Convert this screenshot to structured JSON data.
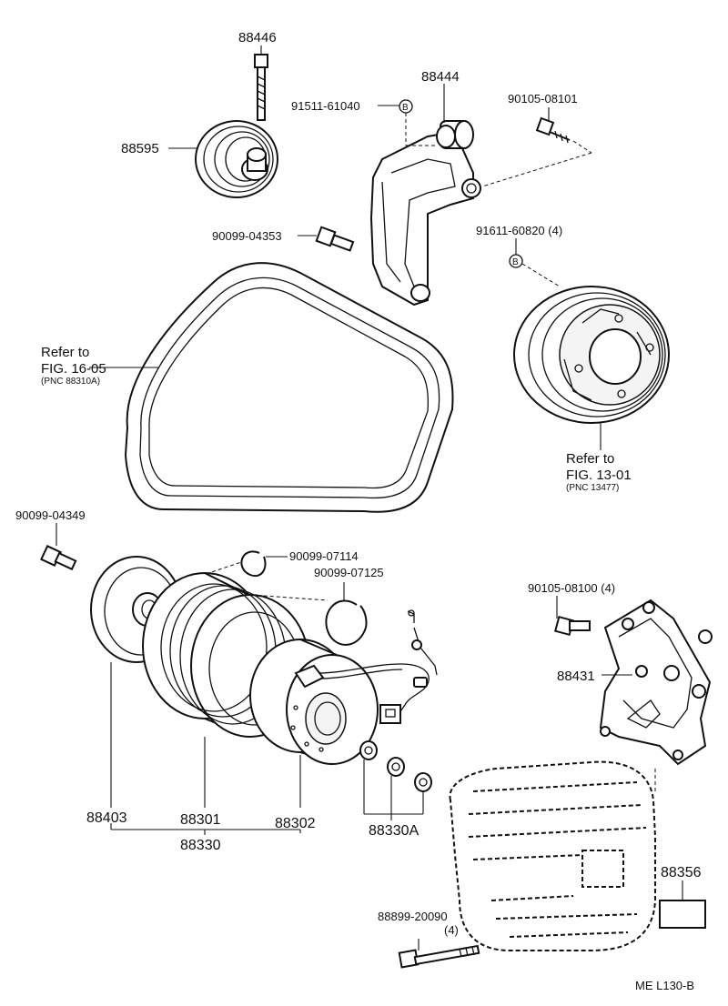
{
  "labels": {
    "p88446": "88446",
    "p88444": "88444",
    "p91511": "91511-61040",
    "p90105a": "90105-08101",
    "p88595": "88595",
    "p90099_04353": "90099-04353",
    "p91611": "91611-60820 (4)",
    "refer1_a": "Refer to",
    "refer1_b": "FIG. 16-05",
    "refer1_c": "(PNC 88310A)",
    "refer2_a": "Refer to",
    "refer2_b": "FIG. 13-01",
    "refer2_c": "(PNC 13477)",
    "p90099_04349": "90099-04349",
    "p90099_07114": "90099-07114",
    "p90099_07125": "90099-07125",
    "p90105b": "90105-08100 (4)",
    "p88431": "88431",
    "p88403": "88403",
    "p88301": "88301",
    "p88302": "88302",
    "p88330": "88330",
    "p88330A": "88330A",
    "p88356": "88356",
    "p88899_a": "88899-20090",
    "p88899_b": "(4)",
    "footer": "ME  L130-B",
    "marker_b": "B"
  }
}
